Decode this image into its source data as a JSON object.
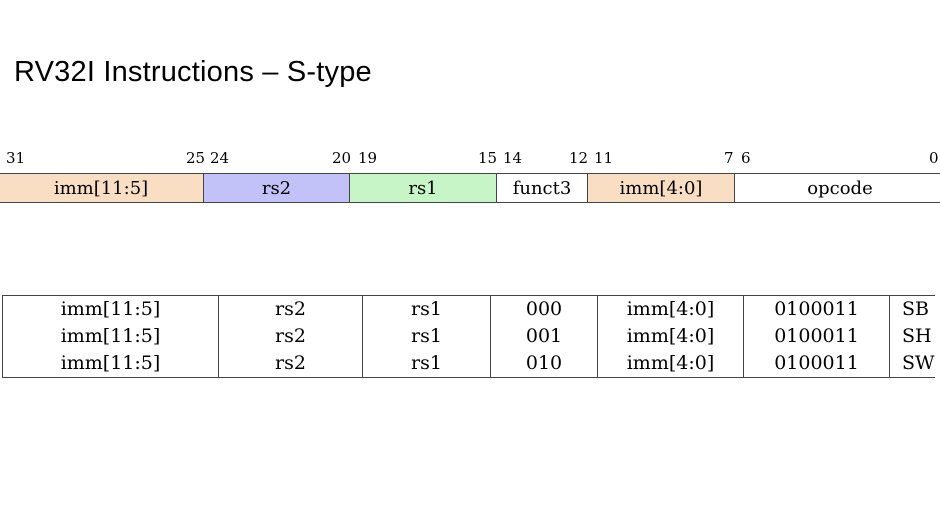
{
  "title": "RV32I Instructions – S-type",
  "bit_numbers": [
    "31",
    "25",
    "24",
    "20",
    "19",
    "15",
    "14",
    "12",
    "11",
    "7",
    "6",
    "0"
  ],
  "fields": [
    {
      "label": "imm[11:5]",
      "color": "#F9DEC4"
    },
    {
      "label": "rs2",
      "color": "#C2C2F8"
    },
    {
      "label": "rs1",
      "color": "#C7F5C7"
    },
    {
      "label": "funct3",
      "color": "#FFFFFF"
    },
    {
      "label": "imm[4:0]",
      "color": "#F9DEC4"
    },
    {
      "label": "opcode",
      "color": "#FFFFFF"
    }
  ],
  "encodings": [
    {
      "imm_hi": "imm[11:5]",
      "rs2": "rs2",
      "rs1": "rs1",
      "funct3": "000",
      "imm_lo": "imm[4:0]",
      "opcode": "0100011",
      "mnemonic": "SB"
    },
    {
      "imm_hi": "imm[11:5]",
      "rs2": "rs2",
      "rs1": "rs1",
      "funct3": "001",
      "imm_lo": "imm[4:0]",
      "opcode": "0100011",
      "mnemonic": "SH"
    },
    {
      "imm_hi": "imm[11:5]",
      "rs2": "rs2",
      "rs1": "rs1",
      "funct3": "010",
      "imm_lo": "imm[4:0]",
      "opcode": "0100011",
      "mnemonic": "SW"
    }
  ]
}
